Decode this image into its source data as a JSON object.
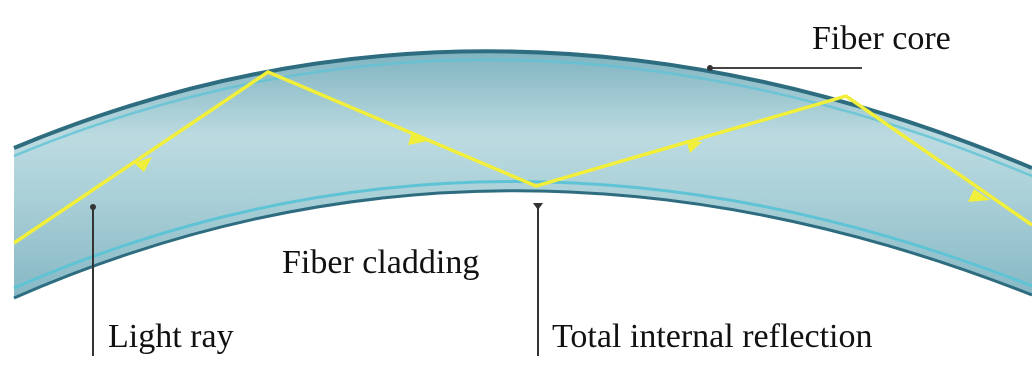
{
  "diagram": {
    "labels": {
      "fiber_core": "Fiber core",
      "fiber_cladding": "Fiber cladding",
      "light_ray": "Light ray",
      "total_internal_reflection": "Total internal reflection"
    },
    "colors": {
      "fiber_body": "#9cc6cf",
      "fiber_core_highlight": "#c2dfe4",
      "cladding_edge": "#2e6d80",
      "cladding_inner_edge": "#5fc3d6",
      "light_ray": "#f2ef3a",
      "leader_line": "#333333",
      "text": "#111111"
    }
  }
}
